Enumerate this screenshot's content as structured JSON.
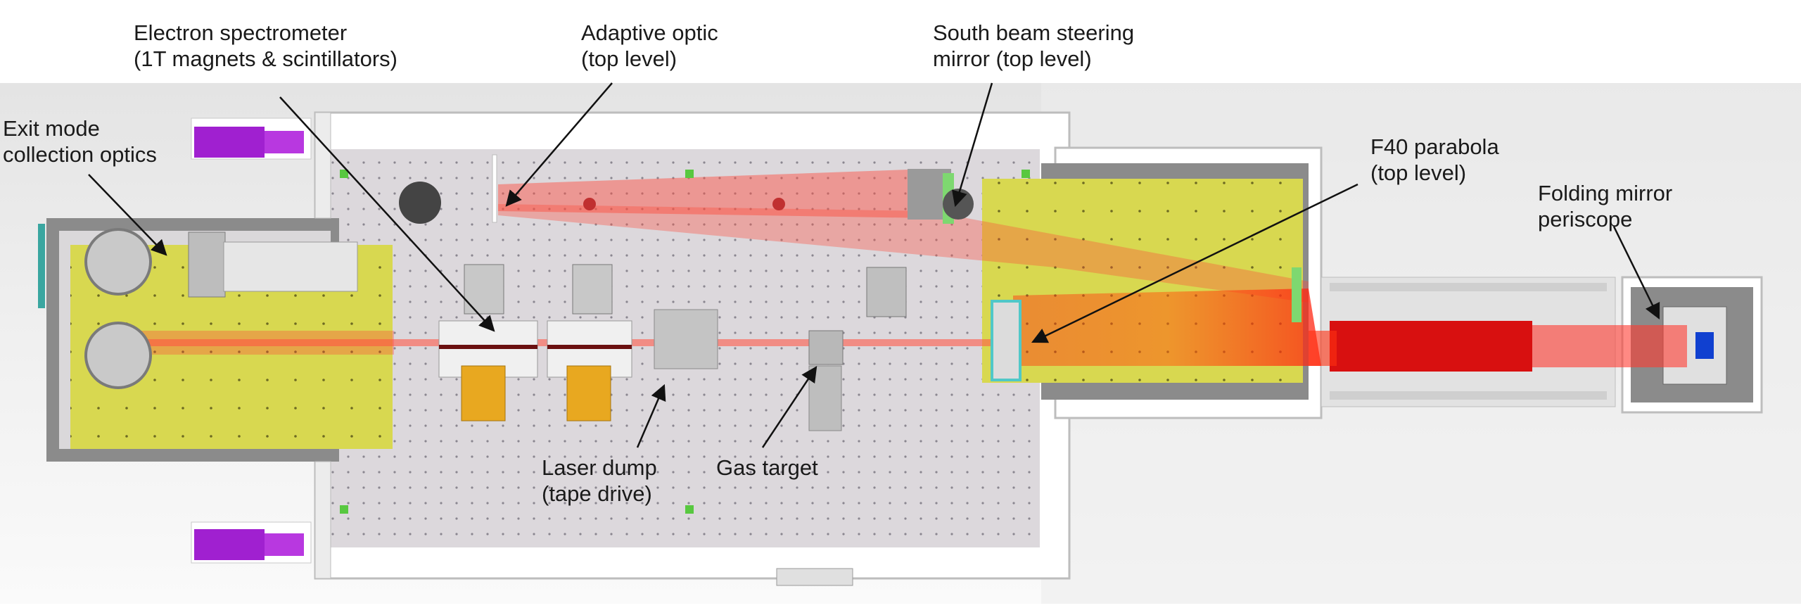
{
  "labels": {
    "electron_spectrometer": [
      "Electron spectrometer",
      "(1T magnets & scintillators)"
    ],
    "adaptive_optic": [
      "Adaptive optic",
      "(top level)"
    ],
    "south_beam_steering": [
      "South beam steering",
      "mirror (top level)"
    ],
    "exit_mode": [
      "Exit mode",
      "collection optics"
    ],
    "f40_parabola": [
      "F40 parabola",
      "(top level)"
    ],
    "folding_mirror": [
      "Folding mirror",
      "periscope"
    ],
    "laser_dump": [
      "Laser dump",
      "(tape drive)"
    ],
    "gas_target": [
      "Gas target"
    ]
  },
  "colors": {
    "chamber_floor": "#dcd8dc",
    "yellow_plate": "#d8d850",
    "beam": "#e8321e",
    "purple_parts": "#a020d0",
    "green_markers": "#58c840",
    "cyan_mirror": "#50c8c8",
    "blue_optic": "#1040d0"
  },
  "icons": [
    "leader-arrow"
  ]
}
